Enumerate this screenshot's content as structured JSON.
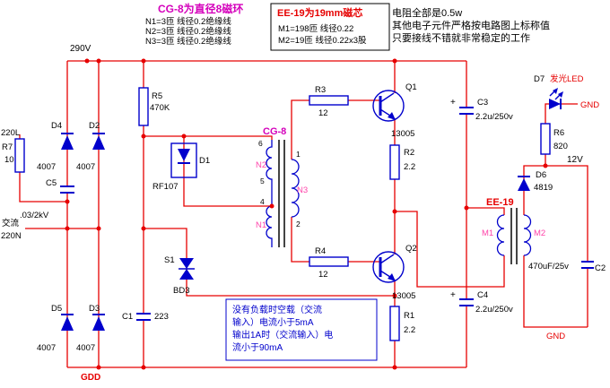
{
  "specs": {
    "cg8": {
      "title": "CG-8为直径8磁环",
      "n1": "N1=3匝 线径0.2绝缘线",
      "n2": "N2=3匝 线径0.2绝缘线",
      "n3": "N3=3匝 线径0.2绝缘线"
    },
    "ee19": {
      "title": "EE-19为19mm磁芯",
      "m1": "M1=198匝 线径0.22",
      "m2": "M2=19匝 线径0.22x3股"
    },
    "notes": {
      "line1": "电阻全部是0.5w",
      "line2": "其他电子元件严格按电路图上标称值",
      "line3": "只要接线不错就非常稳定的工作"
    },
    "load_note": {
      "line1": "没有负载时空载（交流",
      "line2": "输入）电流小于5mA",
      "line3": "输出1A时（交流输入）电",
      "line4": "流小于90mA"
    }
  },
  "terminals": {
    "v290": "290V",
    "l220": "220L",
    "ac": "交流",
    "n220": "220N",
    "gdd": "GDD",
    "v12": "12V",
    "gnd_top": "GND",
    "gnd_bottom": "GND"
  },
  "components": {
    "r7": {
      "ref": "R7",
      "value": "10"
    },
    "d4": {
      "ref": "D4",
      "value": "4007"
    },
    "d2": {
      "ref": "D2",
      "value": "4007"
    },
    "d5": {
      "ref": "D5",
      "value": "4007"
    },
    "d3": {
      "ref": "D3",
      "value": "4007"
    },
    "c5": {
      "ref": "C5",
      "value": ".03/2kV"
    },
    "r5": {
      "ref": "R5",
      "value": "470K"
    },
    "d1": {
      "ref": "D1",
      "value": "RF107"
    },
    "s1": {
      "ref": "S1",
      "value": "BD3"
    },
    "c1": {
      "ref": "C1",
      "value": "223"
    },
    "t1": {
      "ref": "CG-8",
      "w1": "N1",
      "w2": "N2",
      "w3": "N3",
      "pin1": "1",
      "pin2": "2",
      "pin4": "4",
      "pin5": "5",
      "pin6": "6"
    },
    "r3": {
      "ref": "R3",
      "value": "12"
    },
    "r4": {
      "ref": "R4",
      "value": "12"
    },
    "q1": {
      "ref": "Q1",
      "value": "13005"
    },
    "q2": {
      "ref": "Q2",
      "value": "13005"
    },
    "r2": {
      "ref": "R2",
      "value": "2.2"
    },
    "r1": {
      "ref": "R1",
      "value": "2.2"
    },
    "c3": {
      "ref": "C3",
      "value": "2.2u/250v",
      "polarity": "+"
    },
    "c4": {
      "ref": "C4",
      "value": "2.2u/250v",
      "polarity": "+"
    },
    "t2": {
      "ref": "EE-19",
      "w1": "M1",
      "w2": "M2"
    },
    "d6": {
      "ref": "D6",
      "value": "4819"
    },
    "d7": {
      "ref": "D7",
      "value": "发光LED"
    },
    "r6": {
      "ref": "R6",
      "value": "820"
    },
    "c2": {
      "ref": "C2",
      "value": "470uF/25v"
    }
  },
  "colors": {
    "wire": "#e60000",
    "component": "#0000cc",
    "core": "#151515",
    "magenta": "#d400bb",
    "pink": "#ff44aa",
    "red_label": "#e60000",
    "note_blue": "#0000cc",
    "background": "#ffffff"
  }
}
